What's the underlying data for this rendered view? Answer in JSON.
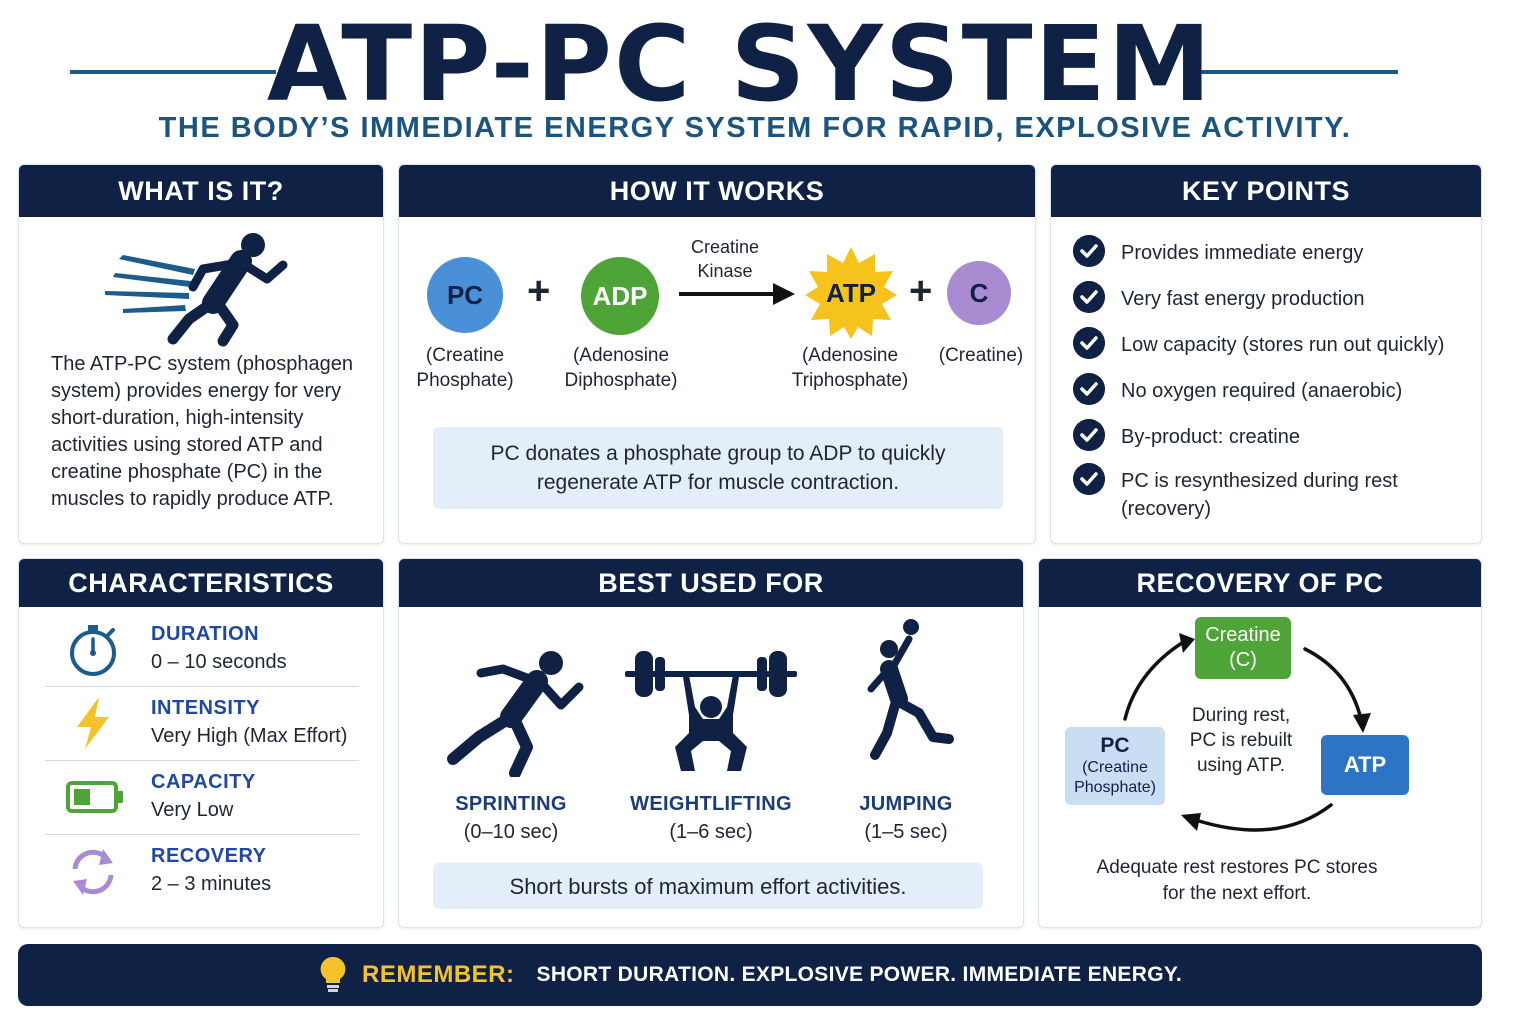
{
  "header": {
    "title": "ATP-PC SYSTEM",
    "subtitle": "THE BODY’S IMMEDIATE ENERGY SYSTEM FOR RAPID, EXPLOSIVE ACTIVITY."
  },
  "what_is_it": {
    "heading": "WHAT IS IT?",
    "icon": "sprinter-icon",
    "text": "The ATP-PC system (phosphagen system) provides energy for very short-duration, high-intensity activities using stored ATP and creatine phosphate (PC) in the muscles to rapidly produce ATP."
  },
  "how_it_works": {
    "heading": "HOW IT WORKS",
    "reactants": [
      {
        "symbol": "PC",
        "label": "(Creatine Phosphate)",
        "color": "#4a90d9"
      },
      {
        "symbol": "ADP",
        "label": "(Adenosine Diphosphate)",
        "color": "#4ea436"
      }
    ],
    "enzyme": "Creatine Kinase",
    "products": [
      {
        "symbol": "ATP",
        "label": "(Adenosine Triphosphate)",
        "color": "#f6c21c"
      },
      {
        "symbol": "C",
        "label": "(Creatine)",
        "color": "#a88bd0"
      }
    ],
    "plus": "+",
    "note": "PC donates a phosphate group to ADP to quickly regenerate ATP for muscle contraction."
  },
  "key_points": {
    "heading": "KEY POINTS",
    "items": [
      "Provides immediate energy",
      "Very fast energy production",
      "Low capacity (stores run out quickly)",
      "No oxygen required (anaerobic)",
      "By-product: creatine",
      "PC is resynthesized during rest (recovery)"
    ]
  },
  "characteristics": {
    "heading": "CHARACTERISTICS",
    "items": [
      {
        "title": "DURATION",
        "value": "0 – 10 seconds",
        "icon": "stopwatch-icon"
      },
      {
        "title": "INTENSITY",
        "value": "Very High (Max Effort)",
        "icon": "lightning-icon"
      },
      {
        "title": "CAPACITY",
        "value": "Very Low",
        "icon": "battery-low-icon"
      },
      {
        "title": "RECOVERY",
        "value": "2 – 3 minutes",
        "icon": "recycle-arrows-icon"
      }
    ]
  },
  "best_used_for": {
    "heading": "BEST USED FOR",
    "activities": [
      {
        "name": "SPRINTING",
        "time": "(0–10 sec)",
        "icon": "sprinting-icon"
      },
      {
        "name": "WEIGHTLIFTING",
        "time": "(1–6 sec)",
        "icon": "weightlifting-icon"
      },
      {
        "name": "JUMPING",
        "time": "(1–5 sec)",
        "icon": "jumping-icon"
      }
    ],
    "note": "Short bursts of maximum effort activities."
  },
  "recovery": {
    "heading": "RECOVERY OF PC",
    "creatine_line1": "Creatine",
    "creatine_line2": "(C)",
    "atp": "ATP",
    "pc_line1": "PC",
    "pc_line2": "(Creatine",
    "pc_line3": "Phosphate)",
    "center": "During rest, PC is rebuilt using ATP.",
    "footer": "Adequate rest restores PC stores for the next effort."
  },
  "remember": {
    "label": "REMEMBER:",
    "text": "SHORT DURATION. EXPLOSIVE POWER. IMMEDIATE ENERGY.",
    "icon": "lightbulb-icon"
  },
  "colors": {
    "navy": "#0f2246",
    "accent_blue": "#1a5480",
    "gold": "#f4c32a",
    "green": "#4ea436",
    "light_blue": "#e3eef9"
  }
}
